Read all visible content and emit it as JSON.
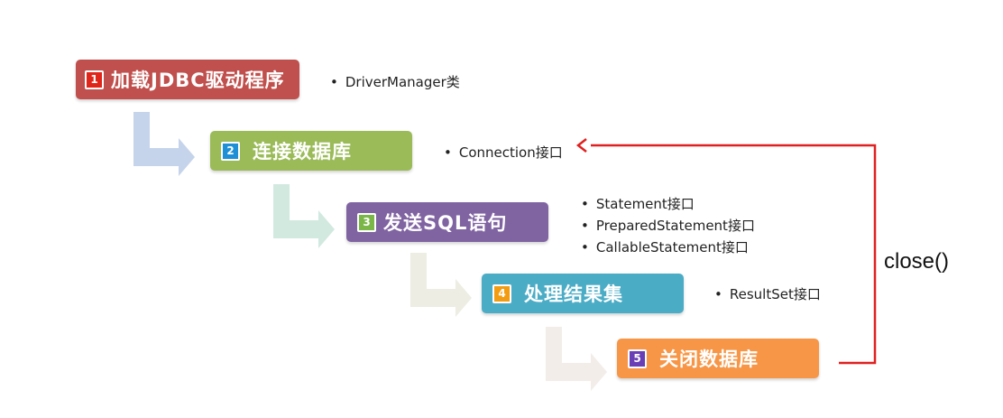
{
  "steps": [
    {
      "number": "1",
      "label": "加载JDBC驱动程序",
      "color": "#c0504d",
      "num_bg": "#e0261b",
      "items": [
        "DriverManager类"
      ]
    },
    {
      "number": "2",
      "label": "连接数据库",
      "color": "#9bbb59",
      "num_bg": "#1f8fd6",
      "items": [
        "Connection接口"
      ]
    },
    {
      "number": "3",
      "label": "发送SQL语句",
      "color": "#8064a2",
      "num_bg": "#7ab648",
      "items": [
        "Statement接口",
        "PreparedStatement接口",
        "CallableStatement接口"
      ]
    },
    {
      "number": "4",
      "label": "处理结果集",
      "color": "#4bacc6",
      "num_bg": "#f39c12",
      "items": [
        "ResultSet接口"
      ]
    },
    {
      "number": "5",
      "label": "关闭数据库",
      "color": "#f79646",
      "num_bg": "#6a3fb5",
      "items": []
    }
  ],
  "feedback": {
    "label": "close()",
    "color": "#e02020"
  }
}
